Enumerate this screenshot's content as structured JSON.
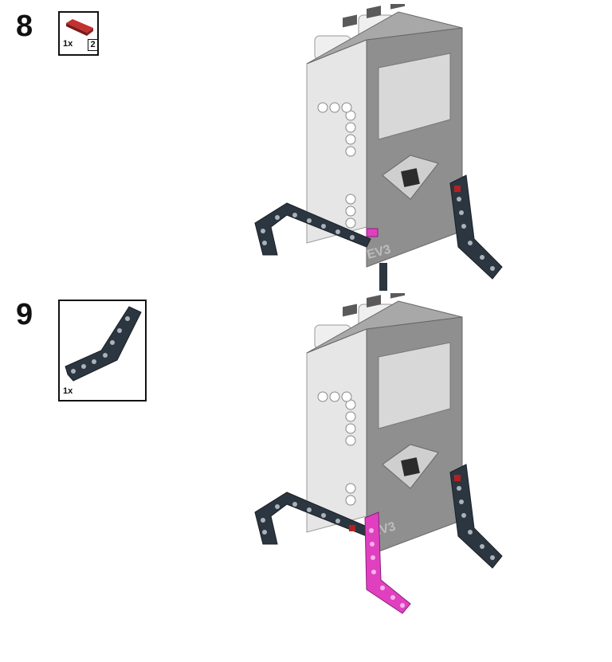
{
  "steps": [
    {
      "number": "8",
      "parts": [
        {
          "name": "red-axle-pin",
          "quantity": "1x",
          "length": "2"
        }
      ]
    },
    {
      "number": "9",
      "parts": [
        {
          "name": "bent-beam",
          "quantity": "1x"
        }
      ]
    }
  ],
  "brick_label": "EV3",
  "colors": {
    "highlight": "#e040c0",
    "beam_dark": "#2c3640",
    "brick_light": "#e6e6e6",
    "brick_mid": "#9a9a9a",
    "pin_red": "#b22222"
  }
}
